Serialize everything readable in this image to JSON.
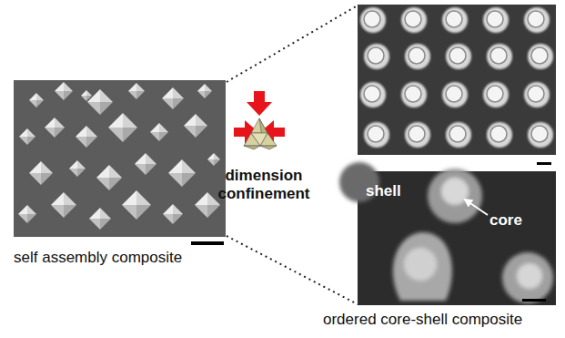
{
  "diagram": {
    "labels": [
      "self assembly composite",
      "dimension confinement",
      "shell",
      "core",
      "ordered core-shell composite"
    ]
  }
}
